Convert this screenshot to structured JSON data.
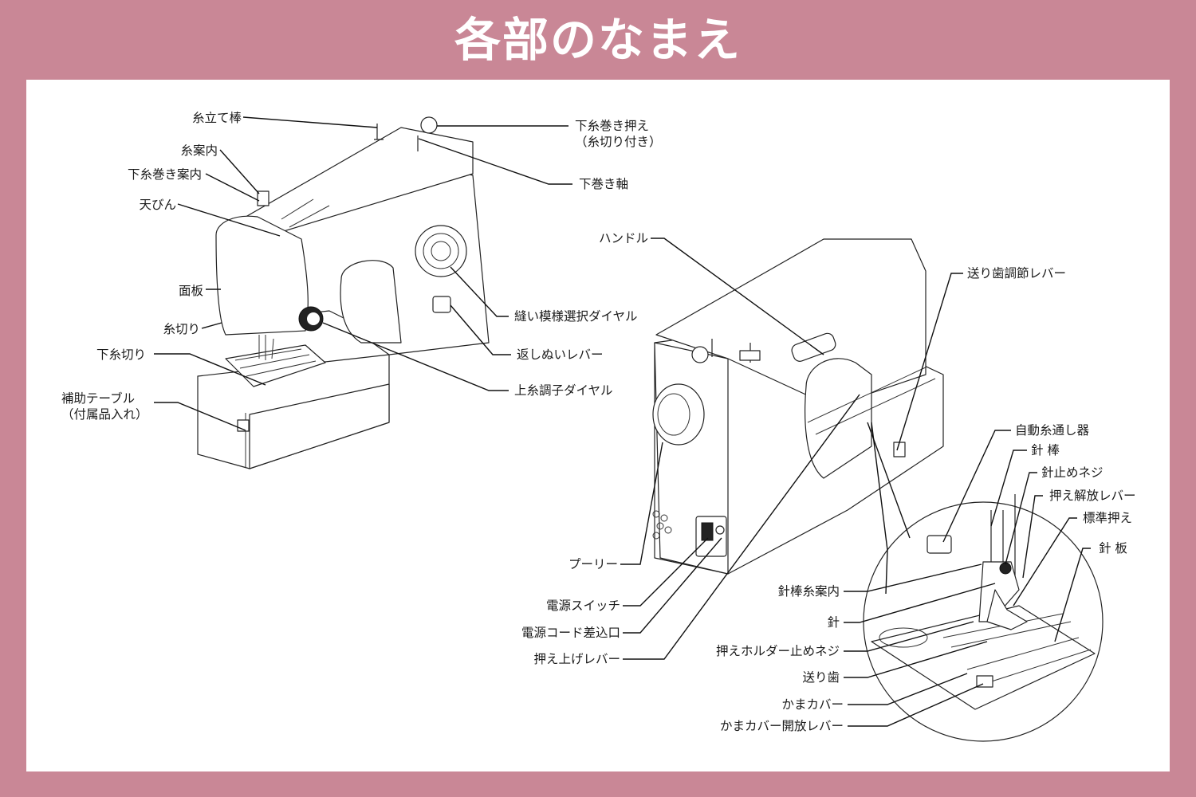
{
  "title": "各部のなまえ",
  "colors": {
    "frame": "#c98796",
    "panel": "#ffffff",
    "text": "#1a1a1a"
  },
  "labels": {
    "itotate": "糸立て棒",
    "itoannai": "糸案内",
    "shitaito_makiannai": "下糸巻き案内",
    "tenbin": "天びん",
    "menita": "面板",
    "itokiri": "糸切り",
    "shitaito_kiri": "下糸切り",
    "hojo_table": "補助テーブル",
    "hojo_table_sub": "（付属品入れ）",
    "shitamaki_osae": "下糸巻き押え",
    "shitamaki_osae_sub": "（糸切り付き）",
    "shitamaki_jiku": "下巻き軸",
    "nuimoyo_dial": "縫い模様選択ダイヤル",
    "kaeshinui_lever": "返しぬいレバー",
    "uwaito_dial": "上糸調子ダイヤル",
    "handle": "ハンドル",
    "okuriba_lever": "送り歯調節レバー",
    "pulley": "プーリー",
    "dengen_switch": "電源スイッチ",
    "dengen_cord": "電源コード差込口",
    "osaeage_lever": "押え上げレバー",
    "jido_itotoshi": "自動糸通し器",
    "haribo": "針 棒",
    "haridome_neji": "針止めネジ",
    "osae_kaiho": "押え解放レバー",
    "hyojun_osae": "標準押え",
    "hariita": "針 板",
    "haribo_itoannai": "針棒糸案内",
    "hari": "針",
    "osaeholder_neji": "押えホルダー止めネジ",
    "okuriba": "送り歯",
    "kamacover": "かまカバー",
    "kamacover_lever": "かまカバー開放レバー"
  }
}
